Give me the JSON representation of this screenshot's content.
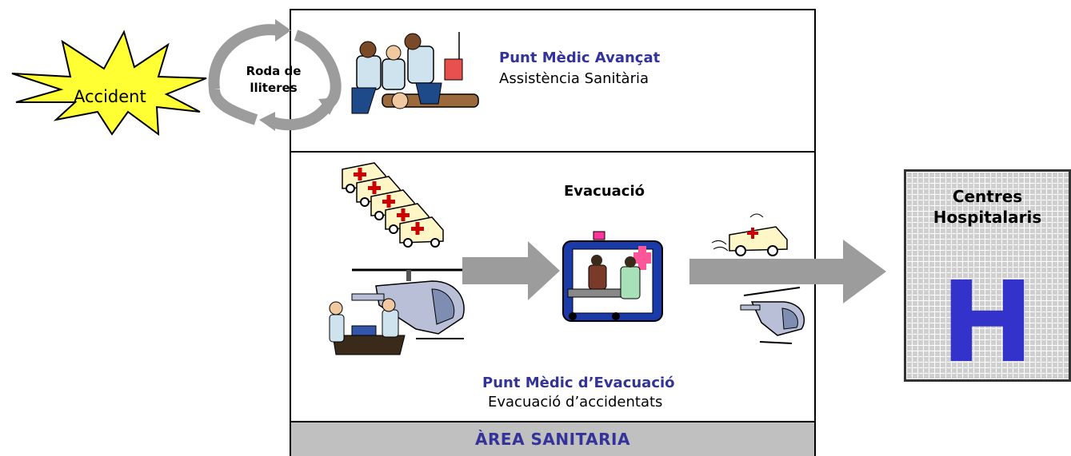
{
  "accident": {
    "label": "Accident"
  },
  "stretcher_rotation": {
    "line1": "Roda de",
    "line2": "lliteres"
  },
  "advanced_post": {
    "title": "Punt Mèdic Avançat",
    "subtitle": "Assistència Sanitària"
  },
  "evacuation": {
    "heading": "Evacuació"
  },
  "evacuation_post": {
    "title": "Punt Mèdic d’Evacuació",
    "subtitle": "Evacuació d’accidentats"
  },
  "area_bar": {
    "label": "ÀREA SANITARIA"
  },
  "hospital": {
    "line1": "Centres",
    "line2": "Hospitalaris",
    "letter": "H"
  },
  "icons": {
    "burst": "explosion-burst-icon",
    "cycle": "cycle-arrows-icon",
    "paramedics": "paramedics-cpr-icon",
    "ambulances": "ambulance-fleet-icon",
    "helicopter": "helicopter-icon",
    "ambulance_interior": "ambulance-loading-icon",
    "moving_ambulance": "moving-ambulance-icon",
    "arrow": "right-arrow-icon"
  },
  "colors": {
    "accent_blue": "#333399",
    "hospital_blue": "#3333cc",
    "arrow_gray": "#9c9c9c",
    "bar_gray": "#c0c0c0",
    "burst_yellow": "#ffff33",
    "cross_red": "#cc0000"
  }
}
